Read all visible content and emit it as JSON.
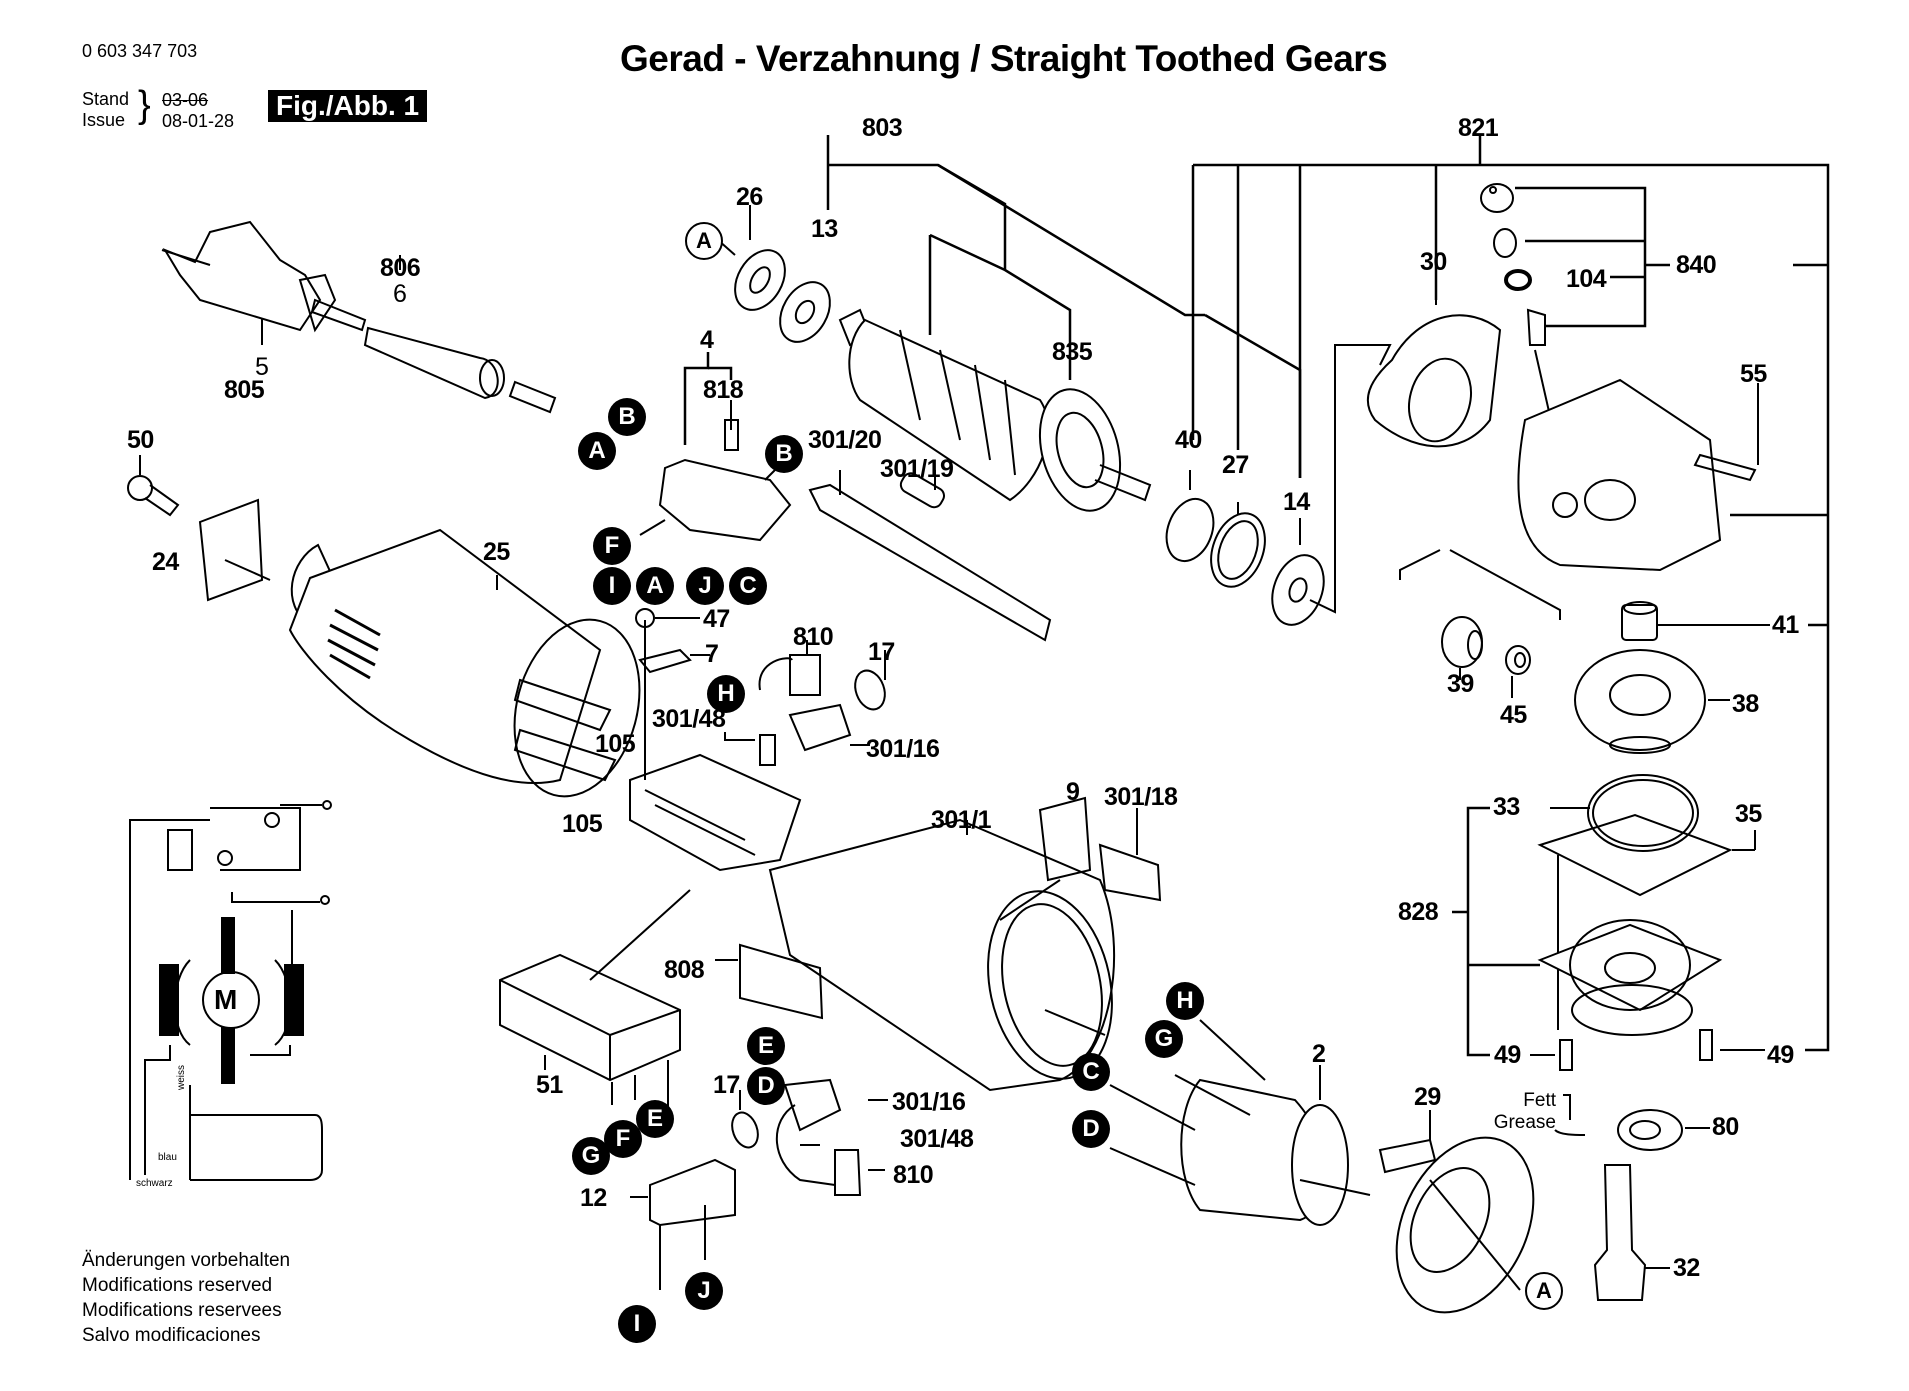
{
  "header": {
    "part_number": "0 603 347 703",
    "title": "Gerad - Verzahnung / Straight Toothed Gears",
    "stand_label": "Stand",
    "issue_label": "Issue",
    "old_date": "03-06",
    "issue_date": "08-01-28",
    "figure_label": "Fig./Abb. 1"
  },
  "footer": {
    "lines": [
      "Änderungen vorbehalten",
      "Modifications reserved",
      "Modifications reservees",
      "Salvo modificaciones"
    ]
  },
  "grease_note": {
    "de": "Fett",
    "en": "Grease"
  },
  "wiring": {
    "motor_label": "M",
    "wire_white": "weiss",
    "wire_blue": "blau",
    "wire_black": "schwarz"
  },
  "part_labels": {
    "p803": "803",
    "p821": "821",
    "p26": "26",
    "p13": "13",
    "p806": "806",
    "p6": "6",
    "p5": "5",
    "p805": "805",
    "p4": "4",
    "p818": "818",
    "p835": "835",
    "p30": "30",
    "p840": "840",
    "p104": "104",
    "p55": "55",
    "p50": "50",
    "p24": "24",
    "p301_20": "301/20",
    "p301_19": "301/19",
    "p40": "40",
    "p27": "27",
    "p14": "14",
    "p25": "25",
    "p47": "47",
    "p7": "7",
    "p810a": "810",
    "p17a": "17",
    "p301_48a": "301/48",
    "p301_16a": "301/16",
    "p105a": "105",
    "p105b": "105",
    "p41": "41",
    "p39": "39",
    "p45": "45",
    "p38": "38",
    "p33": "33",
    "p35": "35",
    "p828": "828",
    "p49a": "49",
    "p49b": "49",
    "p9": "9",
    "p301_18": "301/18",
    "p301_1": "301/1",
    "p808": "808",
    "p51": "51",
    "p17b": "17",
    "p301_16b": "301/16",
    "p301_48b": "301/48",
    "p810b": "810",
    "p12": "12",
    "p2": "2",
    "p29": "29",
    "p80": "80",
    "p32": "32"
  },
  "connectors": {
    "A_open_top": "A",
    "A_open_bottom": "A",
    "B1": "B",
    "A1": "A",
    "B2": "B",
    "F1": "F",
    "I1": "I",
    "A2": "A",
    "J1": "J",
    "C1": "C",
    "H1": "H",
    "E1": "E",
    "D1": "D",
    "G1": "G",
    "F2": "F",
    "E2": "E",
    "I2": "I",
    "J2": "J",
    "H2": "H",
    "G2": "G",
    "C2": "C",
    "D2": "D"
  }
}
